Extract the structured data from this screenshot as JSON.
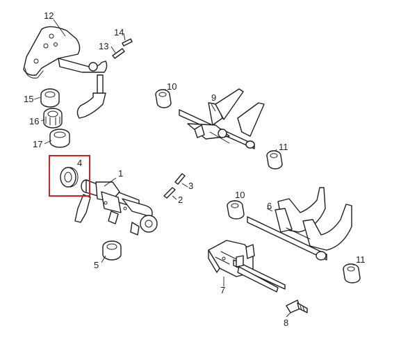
{
  "colors": {
    "line": "#1e1e1e",
    "highlight": "#cc2222",
    "background": "#ffffff"
  },
  "callouts": {
    "c1": "1",
    "c2": "2",
    "c3": "3",
    "c4": "4",
    "c5": "5",
    "c6": "6",
    "c7": "7",
    "c8": "8",
    "c9": "9",
    "c10a": "10",
    "c10b": "10",
    "c11a": "11",
    "c11b": "11",
    "c12": "12",
    "c13": "13",
    "c14": "14",
    "c15": "15",
    "c16": "16",
    "c17": "17"
  }
}
